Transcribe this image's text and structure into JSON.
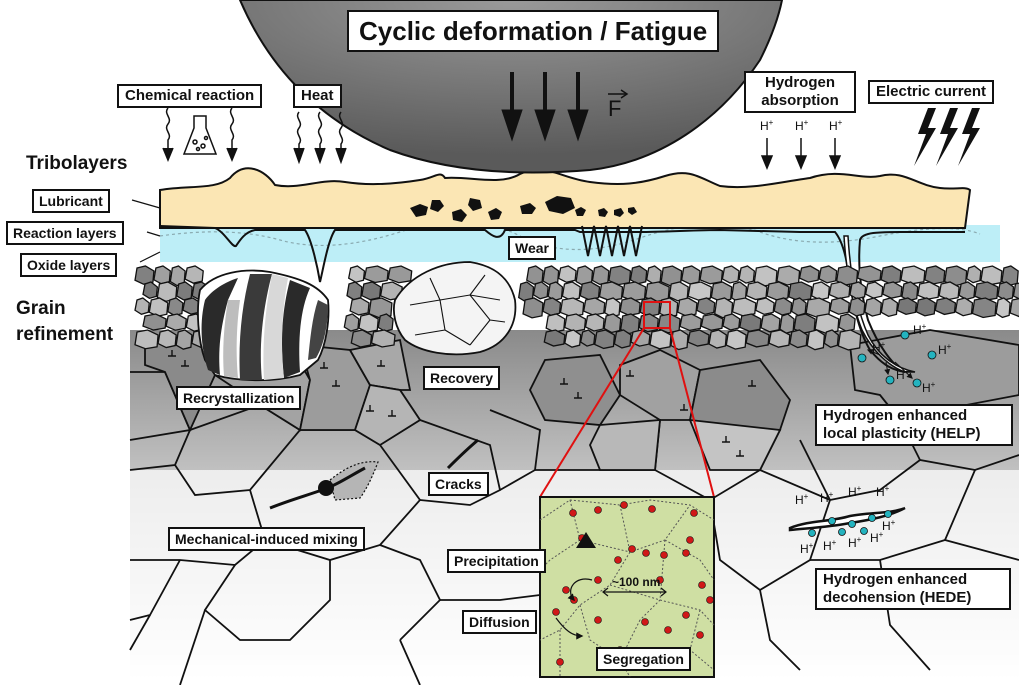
{
  "title": "Cyclic deformation / Fatigue",
  "force_symbol": "F",
  "top_inputs": {
    "chemical_reaction": "Chemical reaction",
    "heat": "Heat",
    "hydrogen_absorption": "Hydrogen absorption",
    "electric_current": "Electric current"
  },
  "side_labels": {
    "tribolayers": "Tribolayers",
    "lubricant": "Lubricant",
    "reaction_layers": "Reaction layers",
    "oxide_layers": "Oxide layers",
    "grain_refinement": "Grain refinement"
  },
  "process_labels": {
    "wear": "Wear",
    "recrystallization": "Recrystallization",
    "recovery": "Recovery",
    "cracks": "Cracks",
    "mechanical_mixing": "Mechanical-induced mixing",
    "help": "Hydrogen enhanced local plasticity (HELP)",
    "hede": "Hydrogen enhanced decohension (HEDE)"
  },
  "inset": {
    "scale": "~100 nm",
    "precipitation": "Precipitation",
    "diffusion": "Diffusion",
    "segregation": "Segregation"
  },
  "hydrogen_ion": "H+",
  "colors": {
    "indenter": "#6e6e6e",
    "lubricant": "#fbe6b4",
    "oxide": "#bdeef7",
    "inset_bg": "#cfdfa3",
    "zoom": "#e01010",
    "precipitate": "#d01818",
    "hydrogen": "#24b3bf"
  }
}
